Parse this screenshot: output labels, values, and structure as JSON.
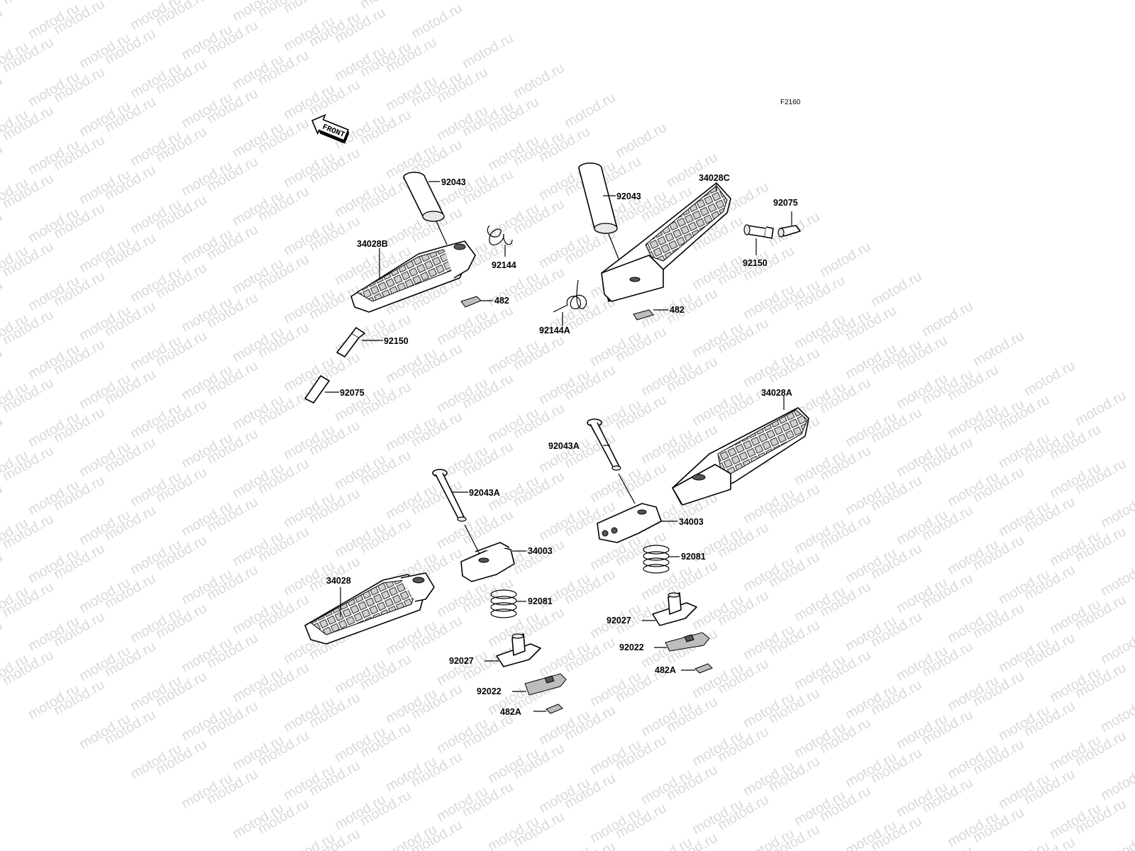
{
  "figure_code": "F2160",
  "front_arrow": {
    "label": "FRONT"
  },
  "watermark": {
    "text": "motod.ru"
  },
  "callouts": {
    "p92043_a": "92043",
    "p34028B": "34028B",
    "p92144": "92144",
    "p482_a": "482",
    "p92150_a": "92150",
    "p92075_a": "92075",
    "p92043_b": "92043",
    "p34028C": "34028C",
    "p92075_b": "92075",
    "p92150_b": "92150",
    "p92144A": "92144A",
    "p482_b": "482",
    "p34028A": "34028A",
    "p92043A_a": "92043A",
    "p34003_a": "34003",
    "p92081_a": "92081",
    "p92027_a": "92027",
    "p92022_a": "92022",
    "p482A_a": "482A",
    "p92043A_b": "92043A",
    "p34003_b": "34003",
    "p34028": "34028",
    "p92081_b": "92081",
    "p92027_b": "92027",
    "p92022_b": "92022",
    "p482A_b": "482A"
  }
}
